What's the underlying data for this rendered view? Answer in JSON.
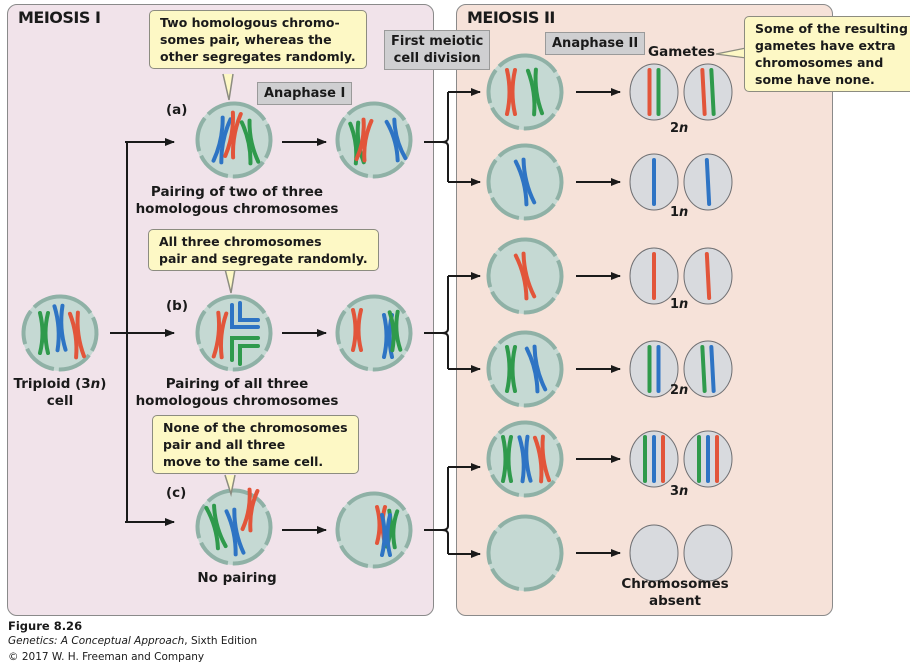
{
  "colors": {
    "meiosis1_bg": "#f1e3ea",
    "meiosis2_bg": "#f6e2d9",
    "cell_fill": "#c5d9d3",
    "cell_edge": "#8fb1a6",
    "gamete_fill": "#d8dade",
    "chrom_red": "#e2553a",
    "chrom_blue": "#2e74c4",
    "chrom_green": "#2f9a4c",
    "callout_bg": "#fdf8c5",
    "stage_box_bg": "#cfcfd1"
  },
  "panels": {
    "meiosis1_title": "MEIOSIS I",
    "meiosis2_title": "MEIOSIS II"
  },
  "stage_labels": {
    "anaphase1": "Anaphase I",
    "first_division_line1": "First meiotic",
    "first_division_line2": "cell division",
    "anaphase2": "Anaphase II",
    "gametes": "Gametes"
  },
  "start_cell": {
    "label_line1_prefix": "Triploid (3",
    "label_line1_italic": "n",
    "label_line1_suffix": ")",
    "label_line2": "cell"
  },
  "pathways": [
    {
      "id": "a",
      "letter": "(a)",
      "callout": [
        "Two homologous chromo-",
        "somes pair, whereas the",
        "other segregates randomly."
      ],
      "caption": [
        "Pairing of two of three",
        "homologous chromosomes"
      ]
    },
    {
      "id": "b",
      "letter": "(b)",
      "callout": [
        "All three chromosomes",
        "pair and segregate randomly."
      ],
      "caption": [
        "Pairing of all three",
        "homologous chromosomes"
      ]
    },
    {
      "id": "c",
      "letter": "(c)",
      "callout": [
        "None of the chromosomes",
        "pair and all three",
        "move to the same cell."
      ],
      "caption": [
        "No pairing"
      ]
    }
  ],
  "gamete_rows": [
    {
      "chromosomes": [
        "red",
        "green"
      ],
      "ploidy_num": "2",
      "ploidy_n": "n"
    },
    {
      "chromosomes": [
        "blue"
      ],
      "ploidy_num": "1",
      "ploidy_n": "n"
    },
    {
      "chromosomes": [
        "red"
      ],
      "ploidy_num": "1",
      "ploidy_n": "n"
    },
    {
      "chromosomes": [
        "green",
        "blue"
      ],
      "ploidy_num": "2",
      "ploidy_n": "n"
    },
    {
      "chromosomes": [
        "green",
        "blue",
        "red"
      ],
      "ploidy_num": "3",
      "ploidy_n": "n"
    },
    {
      "chromosomes": [],
      "label": [
        "Chromosomes",
        "absent"
      ]
    }
  ],
  "result_callout": [
    "Some of the resulting",
    "gametes have extra",
    "chromosomes and",
    "some have none."
  ],
  "footer": {
    "figure": "Figure 8.26",
    "book_title": "Genetics: A Conceptual Approach",
    "book_edition": ", Sixth Edition",
    "copyright": "© 2017 W. H. Freeman and Company"
  }
}
